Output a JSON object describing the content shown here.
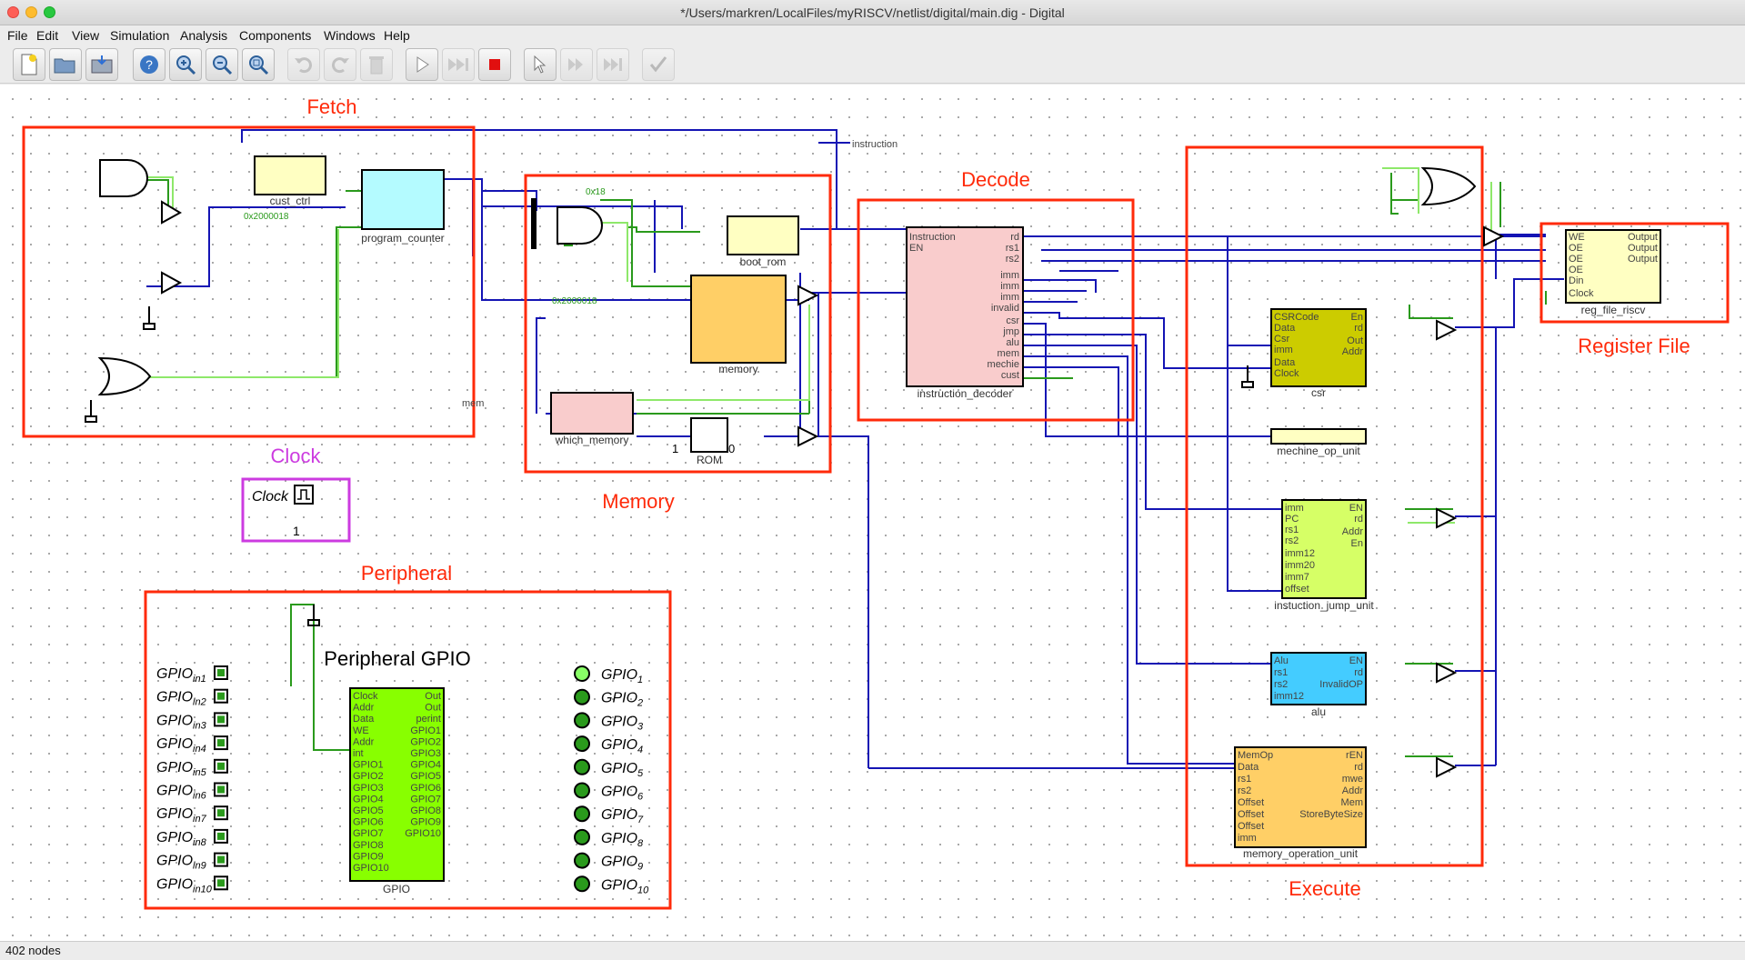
{
  "window": {
    "title": "*/Users/markren/LocalFiles/myRISCV/netlist/digital/main.dig - Digital"
  },
  "menu": [
    "File",
    "Edit",
    "View",
    "Simulation",
    "Analysis",
    "Components",
    "Windows",
    "Help"
  ],
  "toolbar": {
    "buttons": [
      "new-icon",
      "open-icon",
      "save-icon",
      "help-icon",
      "zoom-in-icon",
      "zoom-out-icon",
      "zoom-fit-icon",
      "undo-icon",
      "redo-icon",
      "delete-icon",
      "run-icon",
      "fast-forward-icon",
      "stop-icon",
      "pointer-step-icon",
      "step-icon",
      "step-all-icon",
      "analyze-icon"
    ]
  },
  "regions": {
    "fetch": "Fetch",
    "memory": "Memory",
    "decode": "Decode",
    "execute": "Execute",
    "register_file": "Register File",
    "clock": "Clock",
    "peripheral": "Peripheral"
  },
  "components": {
    "cust_ctrl": "cust_ctrl",
    "program_counter": "program_counter",
    "boot_rom": "boot_rom",
    "memory": "memory",
    "which_memory": "which_memory",
    "rom": "ROM",
    "instruction_decoder": "instruction_decoder",
    "reg_file_riscv": "reg_file_riscv",
    "csr": "csr",
    "mechine_op_unit": "mechine_op_unit",
    "instuction_jump_unit": "instuction_jump_unit",
    "alu": "alu",
    "memory_operation_unit": "memory_operation_unit",
    "gpio": "GPIO",
    "peripheral_title": "Peripheral GPIO",
    "clock_label": "Clock",
    "instruction_code": "instruction",
    "addr_hex_1": "0x2000018",
    "addr_hex_2": "0x2000018",
    "imm_hex": "0x18",
    "one": "1",
    "zero": "0",
    "mem_addr": "mem"
  },
  "gpio": {
    "inputs": [
      "GPIO",
      "GPIO",
      "GPIO",
      "GPIO",
      "GPIO",
      "GPIO",
      "GPIO",
      "GPIO",
      "GPIO",
      "GPIO"
    ],
    "input_subs": [
      "in1",
      "in2",
      "in3",
      "in4",
      "in5",
      "in6",
      "in7",
      "in8",
      "in9",
      "in10"
    ],
    "outputs": [
      "GPIO",
      "GPIO",
      "GPIO",
      "GPIO",
      "GPIO",
      "GPIO",
      "GPIO",
      "GPIO",
      "GPIO",
      "GPIO"
    ],
    "output_subs": [
      "1",
      "2",
      "3",
      "4",
      "5",
      "6",
      "7",
      "8",
      "9",
      "10"
    ],
    "gpio_left_pins": [
      "Clock",
      "Addr",
      "Data",
      "WE",
      "Addr",
      "int",
      "GPIO1",
      "GPIO2",
      "GPIO3",
      "GPIO4",
      "GPIO5",
      "GPIO6",
      "GPIO7",
      "GPIO8",
      "GPIO9",
      "GPIO10"
    ],
    "gpio_right_pins": [
      "Out",
      "Out",
      "perint",
      "GPIO1",
      "GPIO2",
      "GPIO3",
      "GPIO4",
      "GPIO5",
      "GPIO6",
      "GPIO7",
      "GPIO8",
      "GPIO9",
      "GPIO10"
    ]
  },
  "pins": {
    "decoder_in": [
      "Instruction",
      "EN"
    ],
    "decoder_out": [
      "rd",
      "rs1",
      "rs2",
      "imm",
      "imm",
      "imm",
      "invalid",
      "csr",
      "jmp",
      "alu",
      "mem",
      "mechie",
      "cust"
    ],
    "csr_left": [
      "CSRCode",
      "Data",
      "Csr",
      "imm",
      "Data",
      "Clock"
    ],
    "csr_right": [
      "En",
      "rd",
      "Out",
      "Addr"
    ],
    "jump_left": [
      "imm",
      "PC",
      "rs1",
      "rs2",
      "imm12",
      "imm20",
      "imm7",
      "offset"
    ],
    "jump_right": [
      "EN",
      "rd",
      "Addr",
      "En"
    ],
    "alu_left": [
      "Alu",
      "rs1",
      "rs2",
      "imm12"
    ],
    "alu_right": [
      "EN",
      "rd",
      "InvalidOP"
    ],
    "mem_op_left": [
      "MemOp",
      "Data",
      "rs1",
      "rs2",
      "Offset",
      "Offset",
      "Offset",
      "imm"
    ],
    "mem_op_right": [
      "rEN",
      "rd",
      "mwe",
      "Addr",
      "Mem",
      "StoreByteSize"
    ],
    "regfile_left": [
      "WE",
      "OE",
      "OE",
      "OE",
      "Din",
      "Clock"
    ],
    "regfile_right": [
      "Output",
      "Output",
      "Output"
    ]
  },
  "status": {
    "nodes": "402 nodes"
  }
}
